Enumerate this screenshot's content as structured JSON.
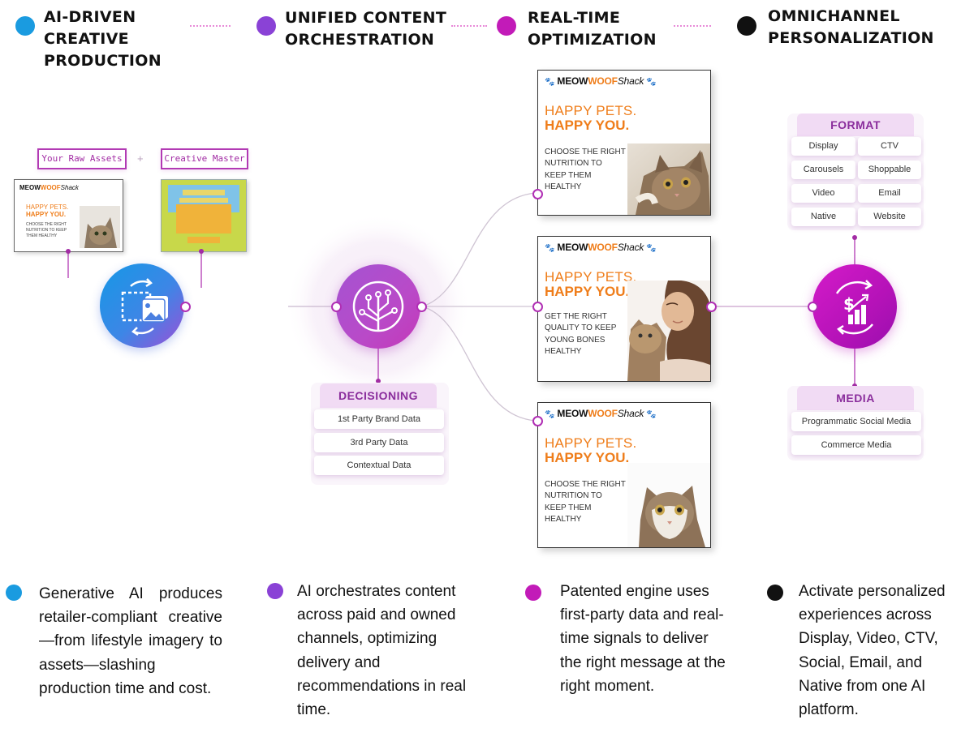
{
  "header": {
    "steps": [
      {
        "title": "AI-DRIVEN\nCREATIVE\nPRODUCTION",
        "color": "#1a9be0"
      },
      {
        "title": "UNIFIED CONTENT\nORCHESTRATION",
        "color": "#8a42d6"
      },
      {
        "title": "REAL-TIME\nOPTIMIZATION",
        "color": "#c21bb8"
      },
      {
        "title": "OMNICHANNEL\nPERSONALIZATION",
        "color": "#111111"
      }
    ]
  },
  "creative": {
    "raw_assets_label": "Your Raw Assets",
    "plus": "+",
    "master_label": "Creative Master",
    "icon": "image-frame-icon"
  },
  "orchestration": {
    "icon": "decision-tree-icon",
    "decisioning": {
      "title": "DECISIONING",
      "items": [
        "1st Party Brand Data",
        "3rd Party Data",
        "Contextual Data"
      ]
    }
  },
  "ads": [
    {
      "brand_a": "MEOW",
      "brand_b": "WOOF",
      "brand_c": "Shack",
      "headline_1": "HAPPY PETS.",
      "headline_2": "HAPPY YOU.",
      "body": "CHOOSE THE RIGHT NUTRITION TO KEEP THEM HEALTHY",
      "image": "cat-photo"
    },
    {
      "brand_a": "MEOW",
      "brand_b": "WOOF",
      "brand_c": "Shack",
      "headline_1": "HAPPY PETS.",
      "headline_2": "HAPPY YOU.",
      "body": "GET THE RIGHT QUALITY TO KEEP YOUNG BONES HEALTHY",
      "image": "woman-with-cat-photo"
    },
    {
      "brand_a": "MEOW",
      "brand_b": "WOOF",
      "brand_c": "Shack",
      "headline_1": "HAPPY PETS.",
      "headline_2": "HAPPY YOU.",
      "body": "CHOOSE THE RIGHT NUTRITION TO KEEP THEM HEALTHY",
      "image": "cat-photo"
    }
  ],
  "thumbnail": {
    "brand_a": "MEOW",
    "brand_b": "WOOF",
    "brand_c": "Shack",
    "headline_1": "HAPPY PETS.",
    "headline_2": "HAPPY YOU.",
    "body": "CHOOSE THE RIGHT NUTRITION TO KEEP THEM HEALTHY"
  },
  "personalization": {
    "icon": "dollar-growth-icon",
    "format": {
      "title": "FORMAT",
      "items": [
        "Display",
        "CTV",
        "Carousels",
        "Shoppable",
        "Video",
        "Email",
        "Native",
        "Website"
      ]
    },
    "media": {
      "title": "MEDIA",
      "items": [
        "Programmatic Social Media",
        "Commerce Media"
      ]
    }
  },
  "descriptions": [
    {
      "text": "Generative AI produces retailer-compliant creative—from lifestyle imagery to assets—slashing production time and cost.",
      "color": "#1a9be0"
    },
    {
      "text": "AI orchestrates content across paid and owned channels, optimizing delivery and recommendations in real time.",
      "color": "#8a42d6"
    },
    {
      "text": "Patented engine uses first-party data and real-time signals to deliver the right message at the right moment.",
      "color": "#c21bb8"
    },
    {
      "text": "Activate personalized experiences across Display, Video, CTV, Social, Email, and Native from one AI platform.",
      "color": "#111111"
    }
  ]
}
